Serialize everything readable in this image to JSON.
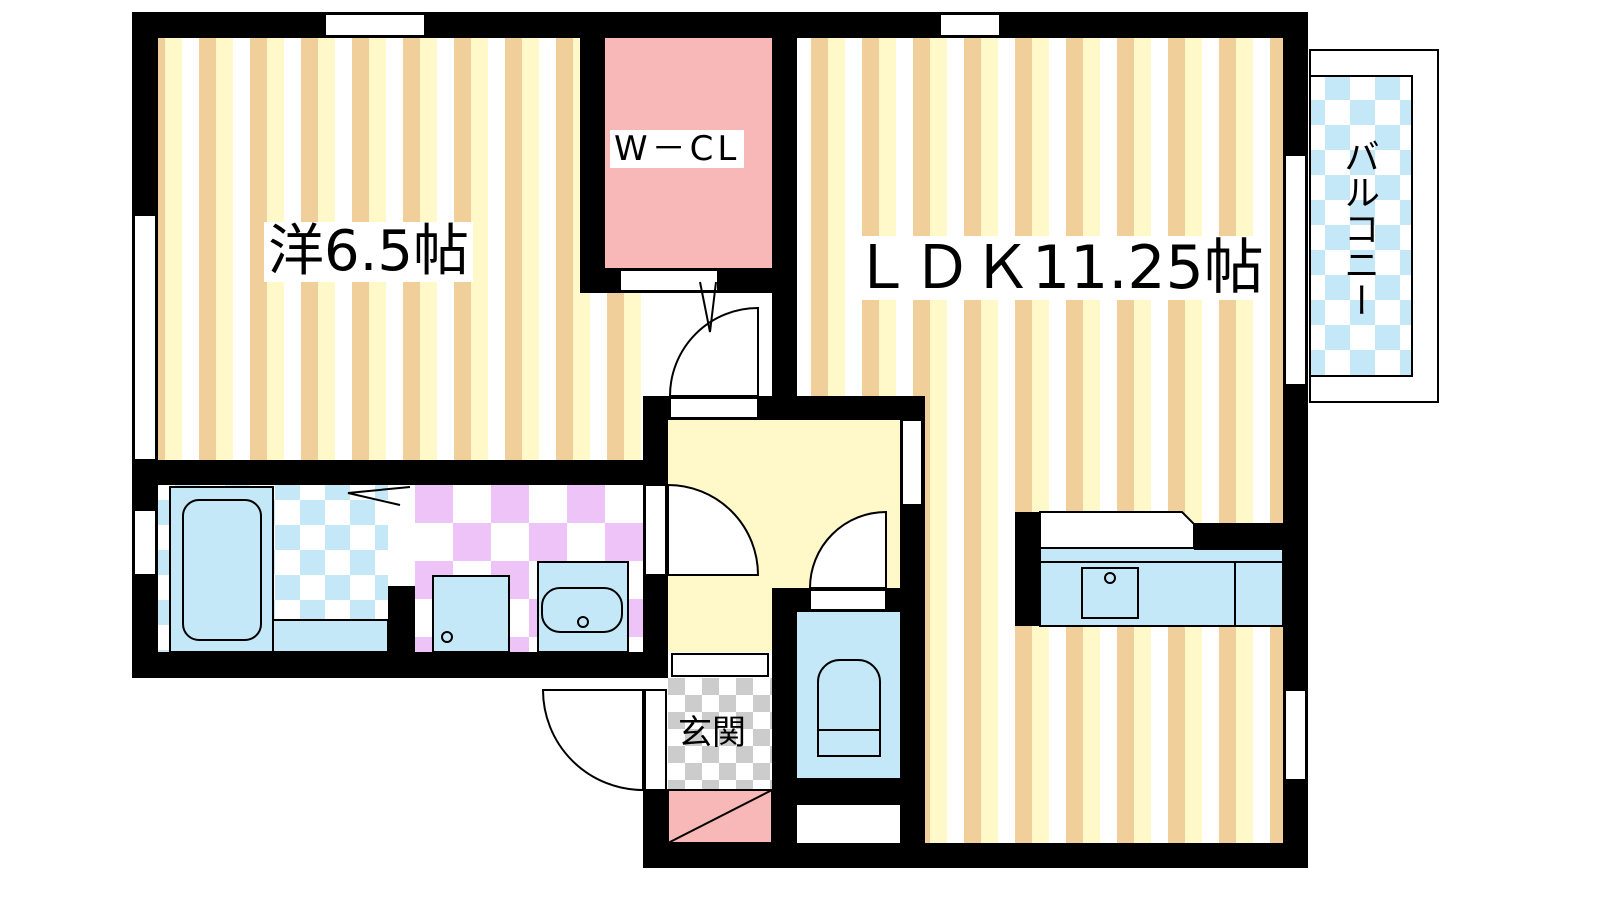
{
  "rooms": {
    "western_room": "洋6.5帖",
    "walk_in_closet": "W－CL",
    "ldk": "ＬＤＫ11.25帖",
    "balcony": "バルコニー",
    "entrance": "玄関"
  },
  "colors": {
    "stripe_orange": "#f0cf9a",
    "stripe_yellow": "#fff8c8",
    "closet_pink": "#f8b8b8",
    "hall_yellow": "#fff8c8",
    "fixture_blue": "#c4e8f8",
    "washroom_purple": "#eec4f8",
    "entrance_gray": "#cccccc",
    "wall": "#000000"
  }
}
